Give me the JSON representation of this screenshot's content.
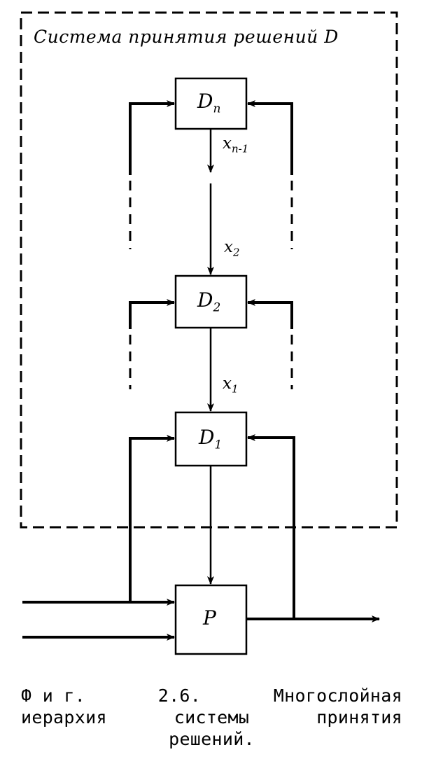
{
  "system": {
    "title": "Система принятия решений D"
  },
  "blocks": [
    {
      "id": "Dn",
      "base": "D",
      "sub": "n"
    },
    {
      "id": "D2",
      "base": "D",
      "sub": "2"
    },
    {
      "id": "D1",
      "base": "D",
      "sub": "1"
    },
    {
      "id": "P",
      "base": "P",
      "sub": ""
    }
  ],
  "signals": [
    {
      "id": "xn1",
      "base": "x",
      "sub": "n-1"
    },
    {
      "id": "x2",
      "base": "x",
      "sub": "2"
    },
    {
      "id": "x1",
      "base": "x",
      "sub": "1"
    }
  ],
  "caption": {
    "fig_label": "Ф и г.",
    "fig_number": "2.6.",
    "word1": "Многослойная",
    "word2": "иерархия",
    "word3": "системы",
    "word4": "принятия",
    "word5": "решений."
  }
}
